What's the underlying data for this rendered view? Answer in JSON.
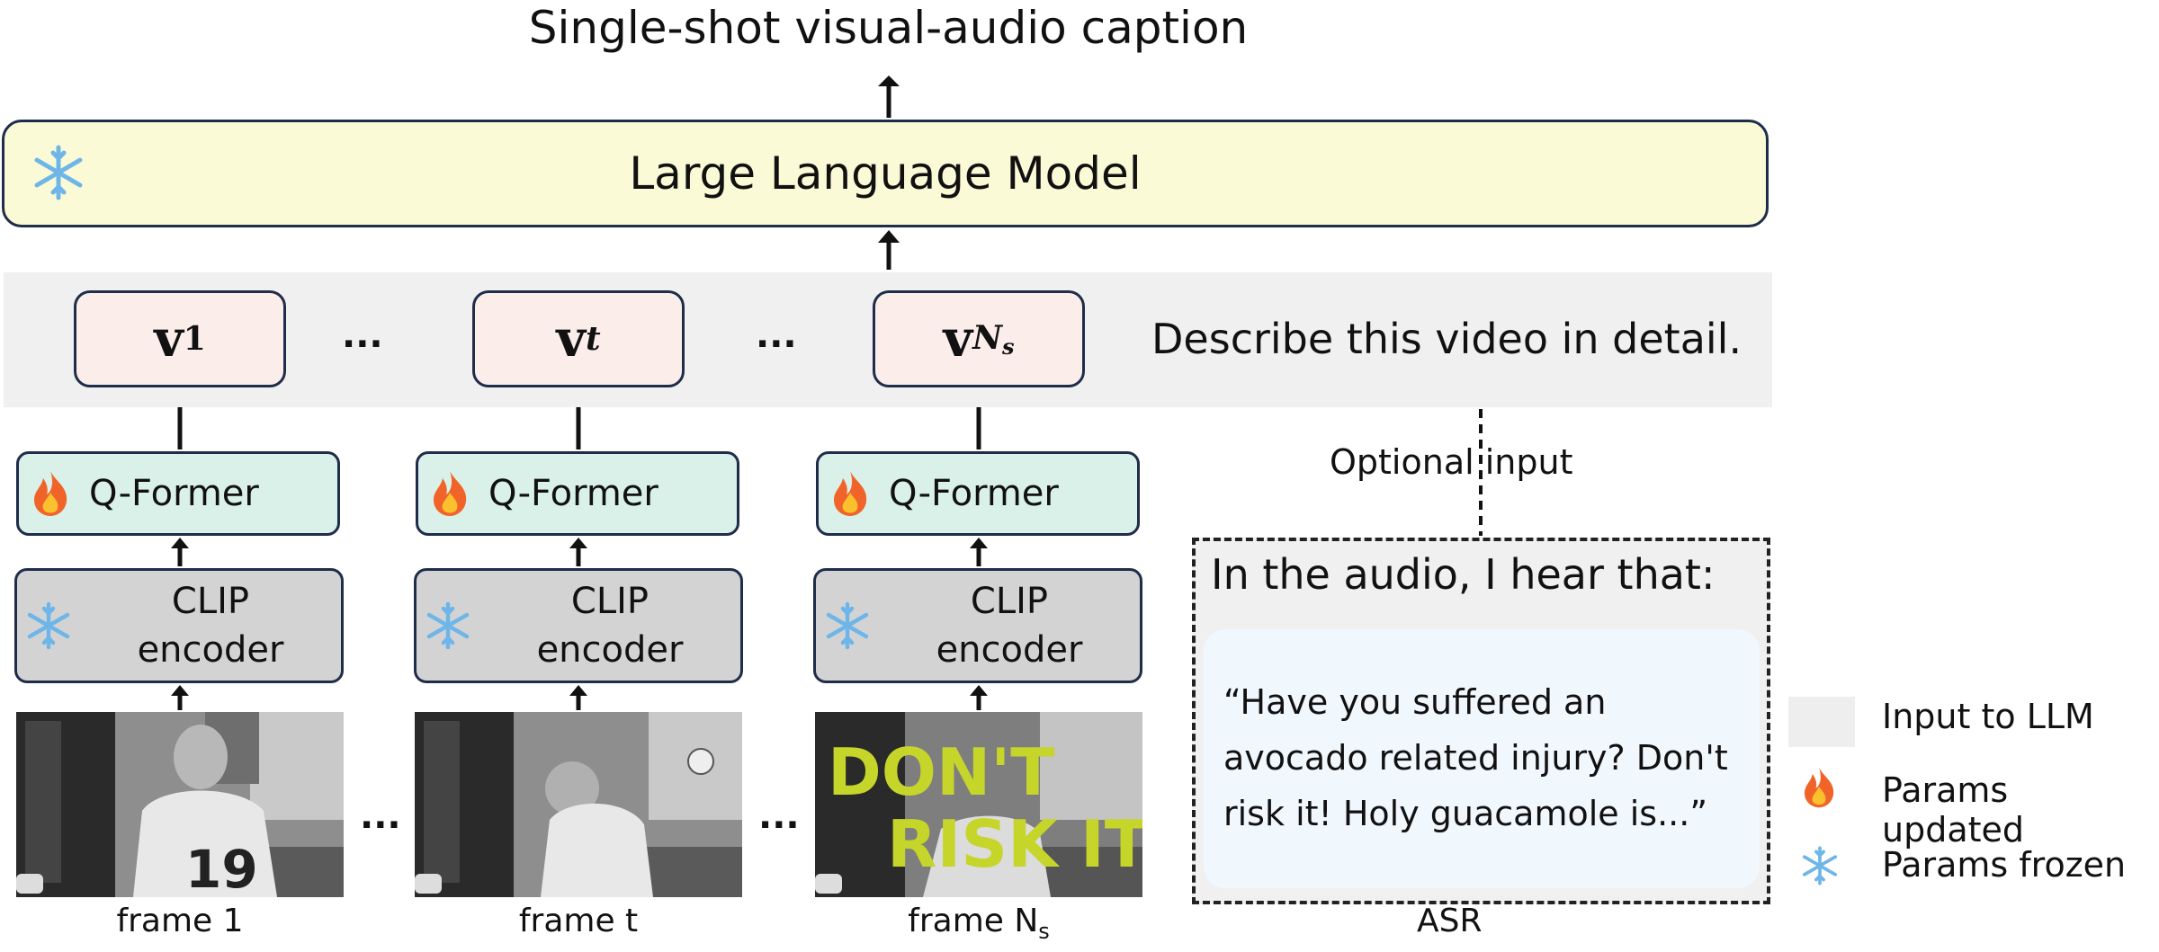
{
  "title": "Single-shot visual-audio caption",
  "llm": {
    "label": "Large Language Model",
    "icon": "snowflake-icon"
  },
  "tokens": [
    {
      "base": "v",
      "sub": "1"
    },
    {
      "base": "v",
      "sub": "t"
    },
    {
      "base": "v",
      "sub": "N",
      "subsub": "s"
    }
  ],
  "ellipsis": "...",
  "prompt": "Describe this video in detail.",
  "qformer_label": "Q-Former",
  "clip_label_line1": "CLIP",
  "clip_label_line2": "encoder",
  "frames": [
    {
      "label": "frame 1"
    },
    {
      "label": "frame t"
    },
    {
      "label_base": "frame N",
      "label_sub": "s",
      "overlay_line1": "DON'T",
      "overlay_line2": "RISK IT"
    }
  ],
  "optional_input": "Optional input",
  "asr": {
    "header": "In the audio, I hear that:",
    "quote": "“Have you suffered an avocado related injury? Don't risk it! Holy guacamole is...”",
    "label": "ASR"
  },
  "legend": [
    {
      "label": "Input to LLM"
    },
    {
      "label": "Params updated"
    },
    {
      "label": "Params frozen"
    }
  ]
}
